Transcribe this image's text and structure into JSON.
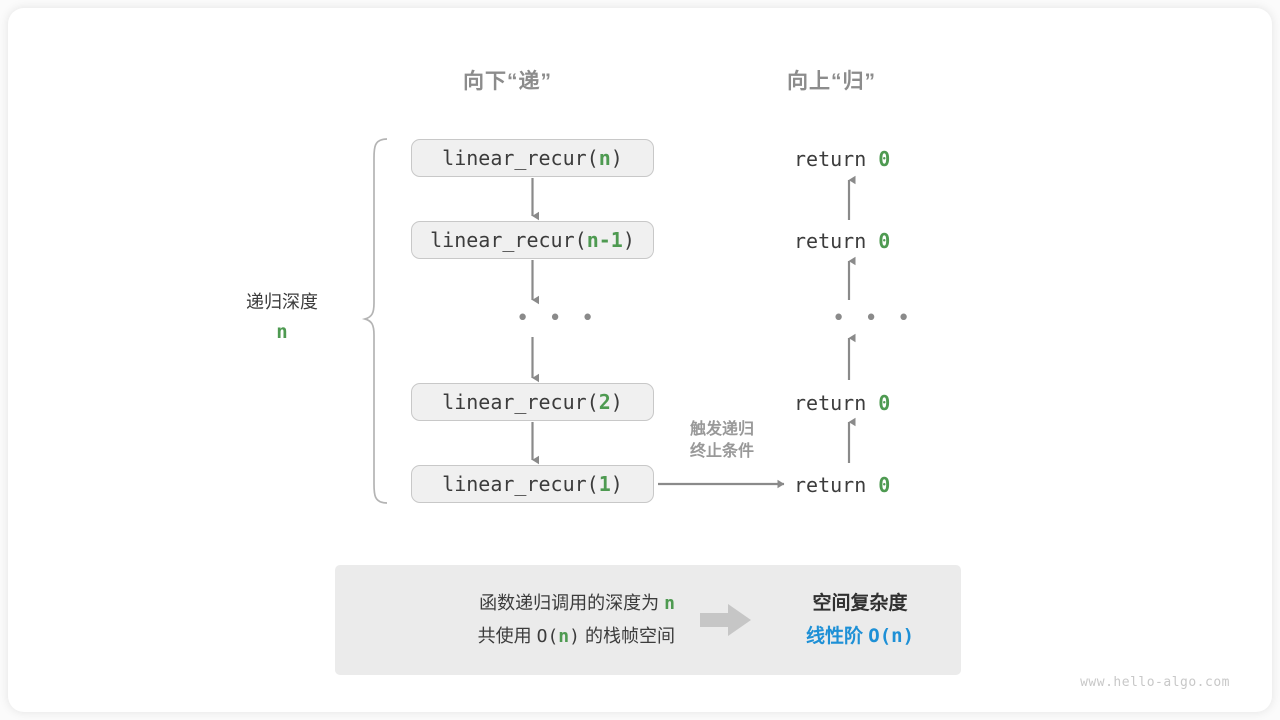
{
  "headers": {
    "down": "向下“递”",
    "up": "向上“归”"
  },
  "depth_label": {
    "text": "递归深度",
    "value": "n"
  },
  "call_stack": [
    {
      "prefix": "linear_recur(",
      "arg": "n",
      "suffix": ")"
    },
    {
      "prefix": "linear_recur(",
      "arg": "n-1",
      "suffix": ")"
    },
    {
      "prefix": "linear_recur(",
      "arg": "2",
      "suffix": ")"
    },
    {
      "prefix": "linear_recur(",
      "arg": "1",
      "suffix": ")"
    }
  ],
  "returns": [
    {
      "keyword": "return",
      "value": "0"
    },
    {
      "keyword": "return",
      "value": "0"
    },
    {
      "keyword": "return",
      "value": "0"
    },
    {
      "keyword": "return",
      "value": "0"
    }
  ],
  "ellipsis": "• • •",
  "trigger_note": {
    "line1": "触发递归",
    "line2": "终止条件"
  },
  "summary": {
    "left_line1_a": "函数递归调用的深度为",
    "left_line1_n": "n",
    "left_line2_a": "共使用",
    "left_line2_o": "O(",
    "left_line2_n": "n",
    "left_line2_c": ")",
    "left_line2_b": "的栈帧空间",
    "right_title": "空间复杂度",
    "right_value_label": "线性阶",
    "right_value_notation": "O(n)"
  },
  "watermark": "www.hello-algo.com",
  "colors": {
    "green": "#4e9a51",
    "blue": "#1e90d6",
    "gray_text": "#8c8c8c",
    "arrow": "#8a8a8a",
    "box_fill": "#f0f0f0",
    "box_border": "#c8c8c8",
    "panel_fill": "#ebebeb"
  }
}
